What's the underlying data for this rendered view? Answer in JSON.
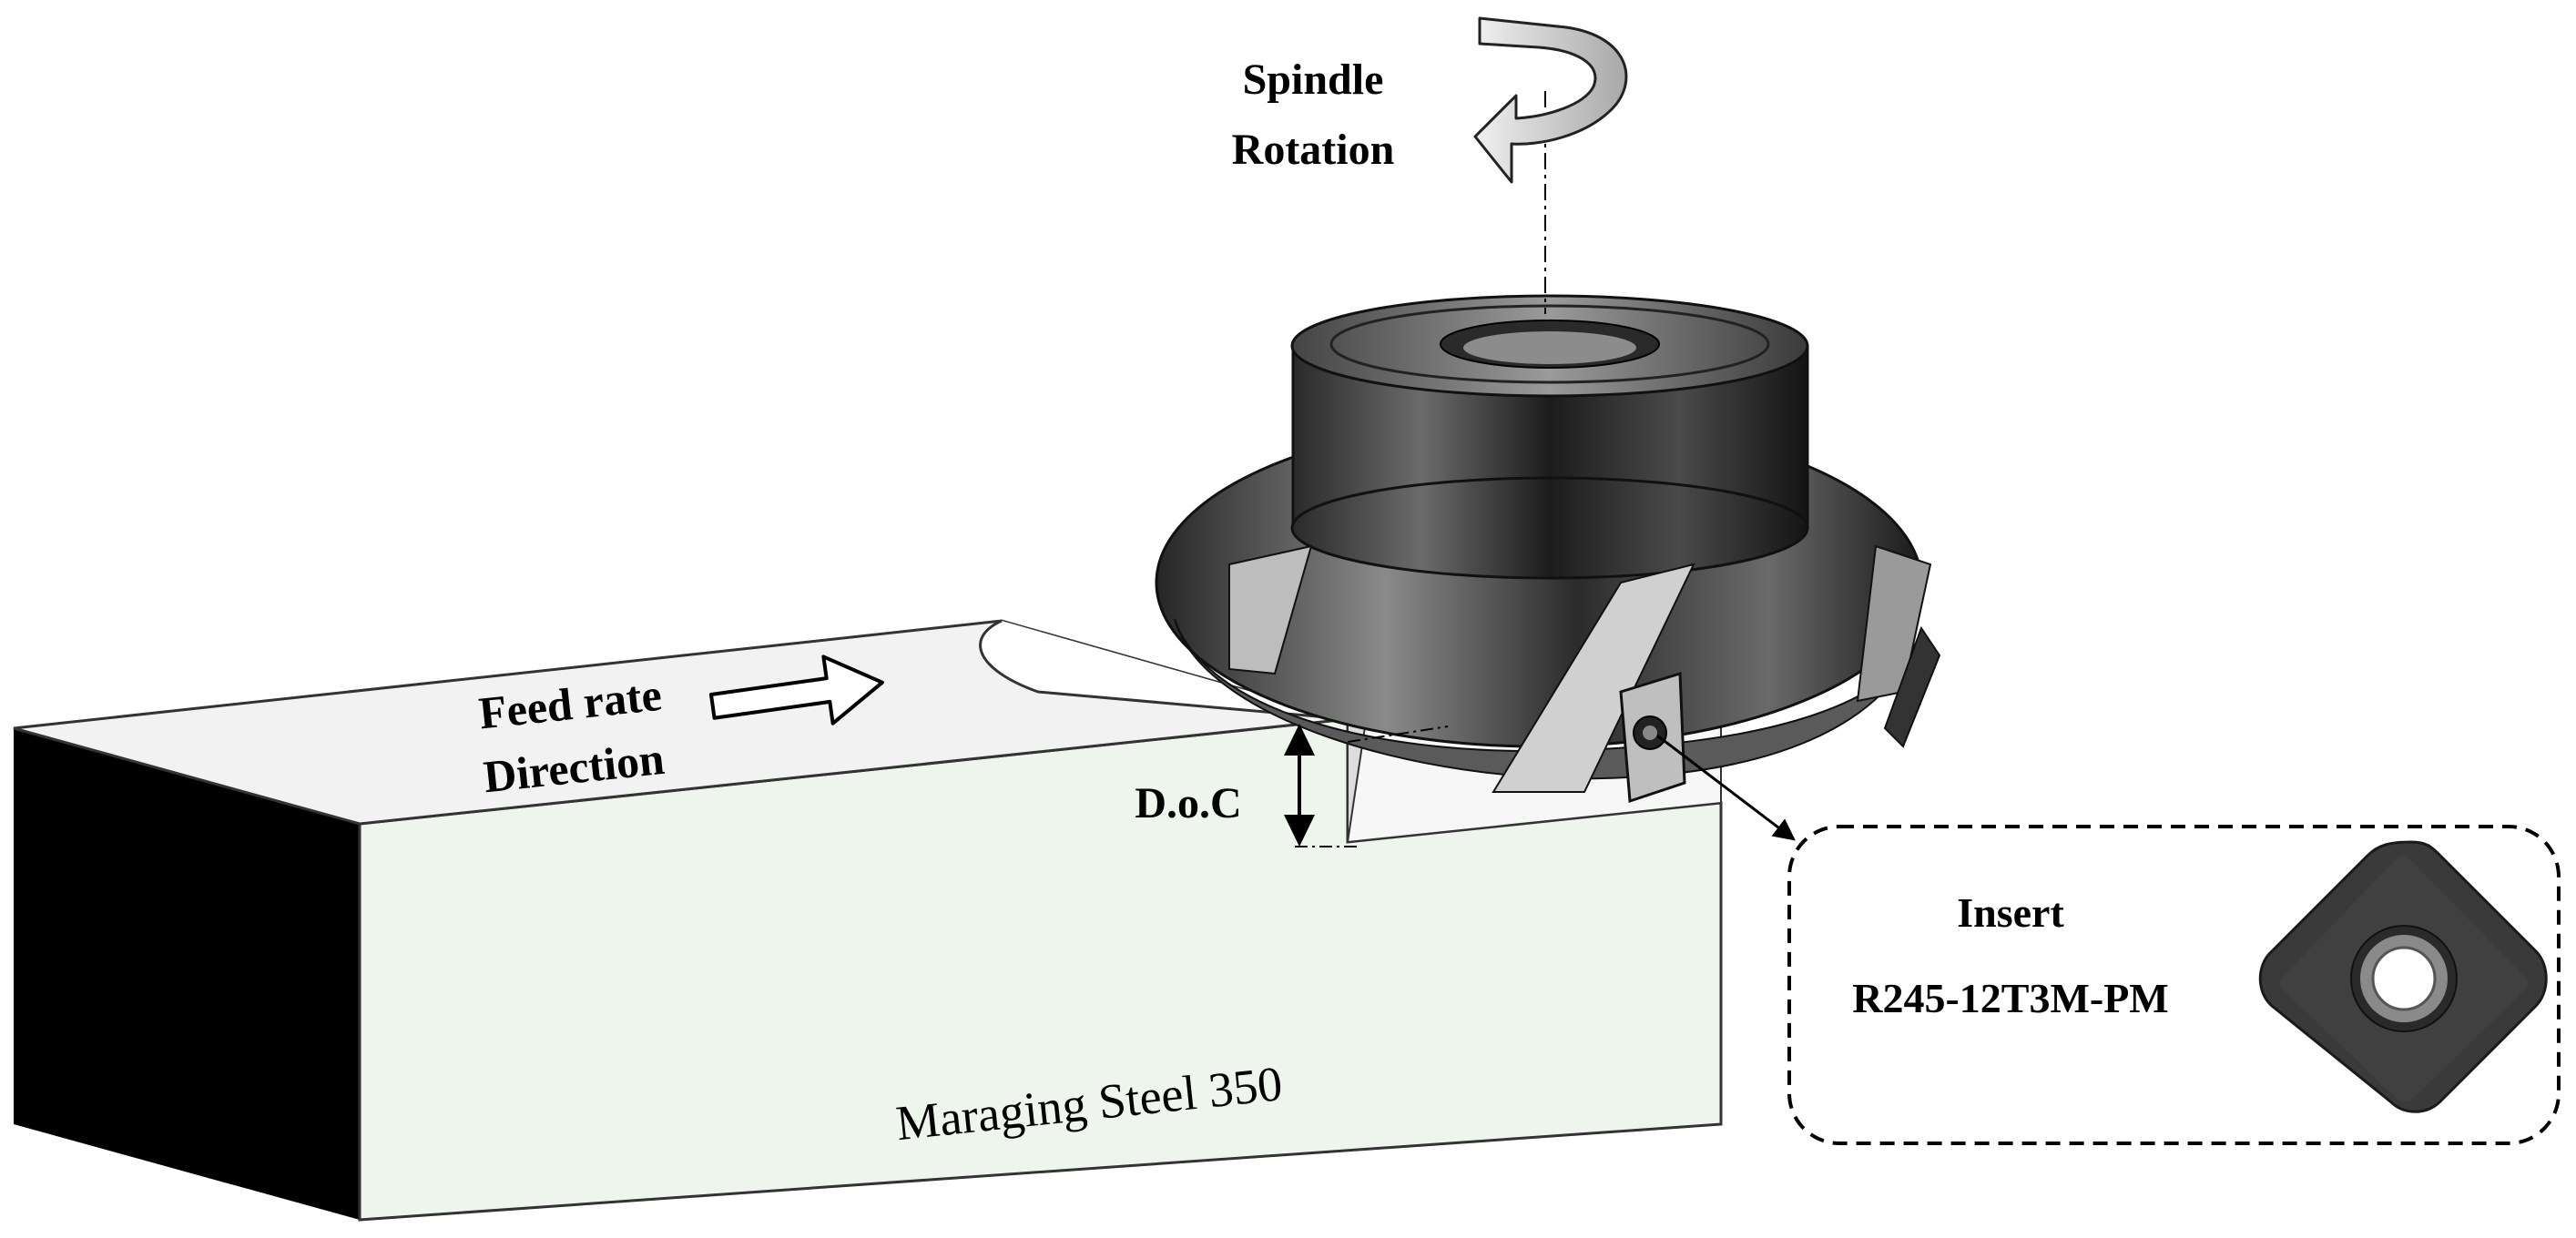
{
  "labels": {
    "spindle_line1": "Spindle",
    "spindle_line2": "Rotation",
    "feed_line1": "Feed rate",
    "feed_line2": "Direction",
    "doc": "D.o.C",
    "insert_title": "Insert",
    "insert_code": "R245-12T3M-PM",
    "material": "Maraging Steel 350"
  },
  "colors": {
    "workpiece_top": "#f2f2f2",
    "workpiece_front": "#eef5ec",
    "workpiece_side": "#000000",
    "tool_dark": "#1e1e1e",
    "tool_mid": "#5a5a5a",
    "tool_light": "#c8c8c8",
    "insert_body": "#3a3a3a",
    "arrow_fill": "#d6d6d6"
  },
  "icons": {
    "spindle_arrow": "curved-rotation-arrow-icon",
    "feed_arrow": "right-arrow-outline-icon",
    "doc_arrow": "double-headed-vertical-arrow-icon",
    "callout_arrow": "leader-arrow-icon"
  }
}
